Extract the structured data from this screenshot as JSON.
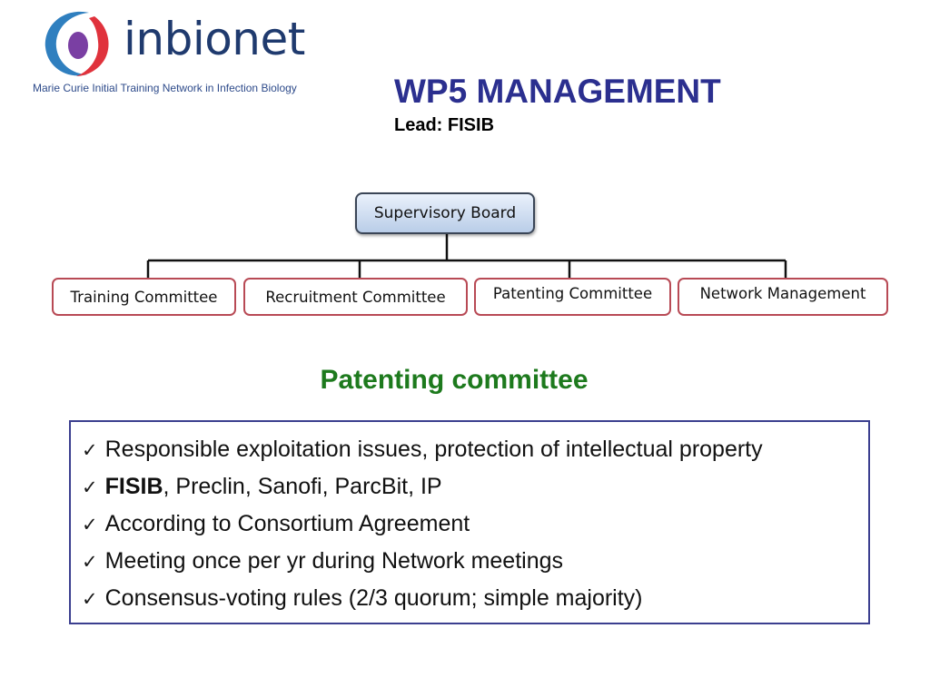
{
  "logo": {
    "wordmark": "inbionet",
    "tagline": "Marie Curie Initial Training Network in Infection Biology"
  },
  "header": {
    "title": "WP5 MANAGEMENT",
    "lead": "Lead: FISIB"
  },
  "org_chart": {
    "board": "Supervisory Board",
    "committees": [
      "Training Committee",
      "Recruitment Committee",
      "Patenting Committee",
      "Network Management"
    ]
  },
  "section": {
    "title": "Patenting committee"
  },
  "bullets": [
    {
      "check": "✓",
      "bold": "",
      "text": "Responsible exploitation issues, protection of intellectual property"
    },
    {
      "check": "✓",
      "bold": "FISIB",
      "text": ", Preclin, Sanofi, ParcBit, IP"
    },
    {
      "check": "✓",
      "bold": "",
      "text": "According to Consortium Agreement"
    },
    {
      "check": "✓",
      "bold": "",
      "text": "Meeting once per yr during Network meetings"
    },
    {
      "check": "✓",
      "bold": "",
      "text": "Consensus-voting rules (2/3 quorum; simple majority)"
    }
  ],
  "colors": {
    "title": "#2b2f8f",
    "section_title": "#1d7a1d",
    "board_border": "#3a4556",
    "committee_border": "#b84a55",
    "box_border": "#3b3f8f"
  }
}
